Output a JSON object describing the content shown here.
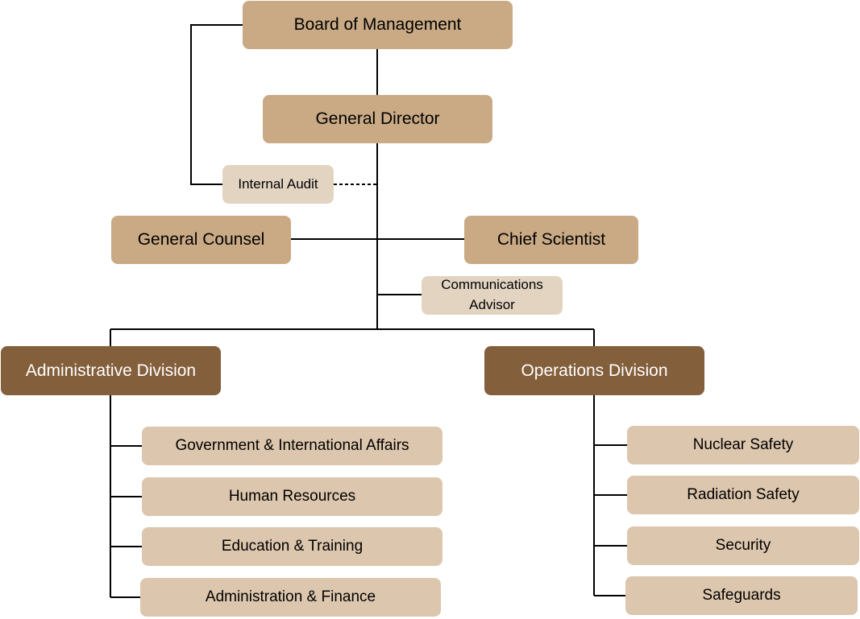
{
  "colors": {
    "top_box": "#c9aa85",
    "division_box": "#835f3c",
    "unit_box": "#dcc6ad",
    "advisory_box": "#e3d4c2",
    "line": "#000000"
  },
  "top": {
    "board": "Board of Management",
    "general_director": "General Director",
    "internal_audit": "Internal Audit",
    "general_counsel": "General Counsel",
    "chief_scientist": "Chief Scientist",
    "communications_advisor_line1": "Communications",
    "communications_advisor_line2": "Advisor"
  },
  "divisions": {
    "administrative": {
      "name": "Administrative Division",
      "units": [
        "Government & International Affairs",
        "Human Resources",
        "Education & Training",
        "Administration & Finance"
      ]
    },
    "operations": {
      "name": "Operations Division",
      "units": [
        "Nuclear Safety",
        "Radiation Safety",
        "Security",
        "Safeguards"
      ]
    }
  }
}
